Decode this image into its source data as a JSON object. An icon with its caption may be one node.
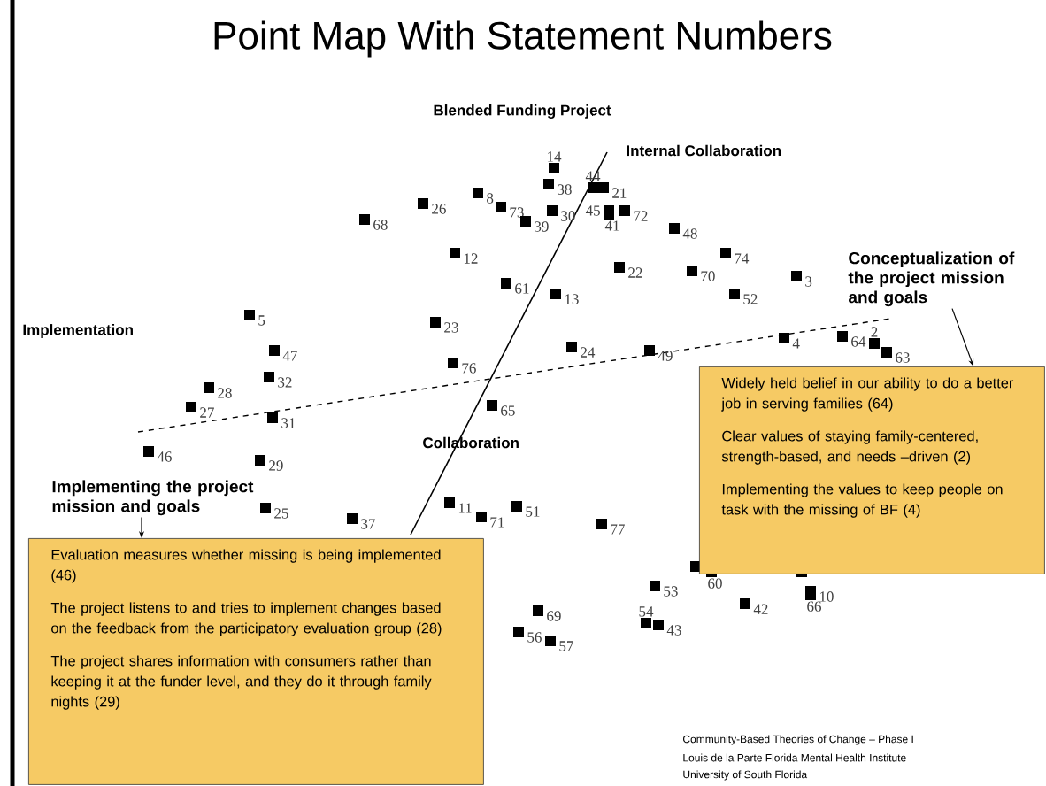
{
  "diagram": {
    "title": "Point Map With Statement Numbers",
    "nodes": [
      {
        "text": [
          "Implementing the project mission and goals"
        ]
      },
      {
        "text": [
          "Evaluation measures whether missing is being implemented (46)",
          "The project listens to and tries to implement changes based on the feedback from the participatory evaluation group (28)",
          "The project shares information with consumers rather than keeping it at the funder level, and they do it through family nights (29)"
        ]
      },
      {
        "text": [
          "Conceptualization of the project mission and goals"
        ]
      },
      {
        "text": [
          "Widely held belief in our ability to do a better job in serving families (64)",
          "Clear values of staying family-centered, strength-based, and needs –driven (2)",
          "Implementing the values to keep people on task with the missing of BF (4)"
        ]
      }
    ],
    "edges": [
      {
        "from": 0,
        "to": 1,
        "arrow": "to"
      },
      {
        "from": 2,
        "to": 3,
        "arrow": "to"
      }
    ],
    "labels": [
      "Blended Funding Project",
      "Internal Collaboration",
      "14",
      "38",
      "44",
      "21",
      "68",
      "26",
      "8",
      "73",
      "39",
      "30",
      "45",
      "41",
      "72",
      "48",
      "12",
      "22",
      "74",
      "70",
      "61",
      "13",
      "3",
      "52",
      "Implementation",
      "5",
      "23",
      "47",
      "24",
      "49",
      "4",
      "64",
      "2",
      "63",
      "76",
      "32",
      "28",
      "27",
      "31",
      "65",
      "Collaboration",
      "46",
      "29",
      "25",
      "37",
      "11",
      "71",
      "51",
      "77",
      "60",
      "53",
      "10",
      "54",
      "42",
      "66",
      "43",
      "69",
      "56",
      "57",
      "Community-Based Theories of Change – Phase I",
      "Louis de la Parte Florida Mental Health Institute",
      "University of South Florida"
    ]
  }
}
